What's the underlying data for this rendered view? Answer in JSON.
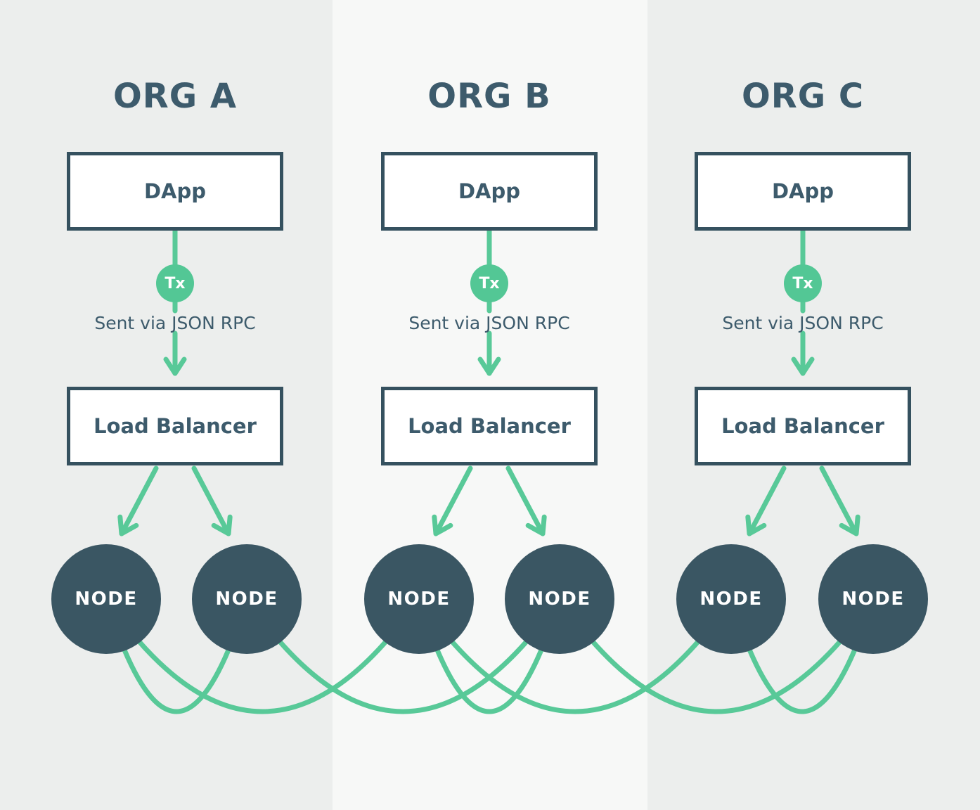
{
  "colors": {
    "bg_side": "#eceeed",
    "bg_mid": "#f7f8f7",
    "ink": "#35515f",
    "ink_text": "#3d5b6c",
    "node_fill": "#3a5663",
    "green": "#58c998",
    "green_badge": "#53c795",
    "box_bg": "#ffffff",
    "node_text": "#ffffff"
  },
  "columns": [
    {
      "id": "org-a",
      "title": "ORG A",
      "dapp_label": "DApp",
      "tx_badge_label": "Tx",
      "rpc_caption": "Sent via JSON RPC",
      "load_balancer_label": "Load Balancer",
      "nodes": [
        {
          "label": "NODE"
        },
        {
          "label": "NODE"
        }
      ]
    },
    {
      "id": "org-b",
      "title": "ORG B",
      "dapp_label": "DApp",
      "tx_badge_label": "Tx",
      "rpc_caption": "Sent via JSON RPC",
      "load_balancer_label": "Load Balancer",
      "nodes": [
        {
          "label": "NODE"
        },
        {
          "label": "NODE"
        }
      ]
    },
    {
      "id": "org-c",
      "title": "ORG C",
      "dapp_label": "DApp",
      "tx_badge_label": "Tx",
      "rpc_caption": "Sent via JSON RPC",
      "load_balancer_label": "Load Balancer",
      "nodes": [
        {
          "label": "NODE"
        },
        {
          "label": "NODE"
        }
      ]
    }
  ],
  "mesh_links": [
    [
      1,
      2
    ],
    [
      1,
      3
    ],
    [
      2,
      4
    ],
    [
      3,
      4
    ],
    [
      3,
      5
    ],
    [
      4,
      6
    ],
    [
      5,
      6
    ]
  ]
}
